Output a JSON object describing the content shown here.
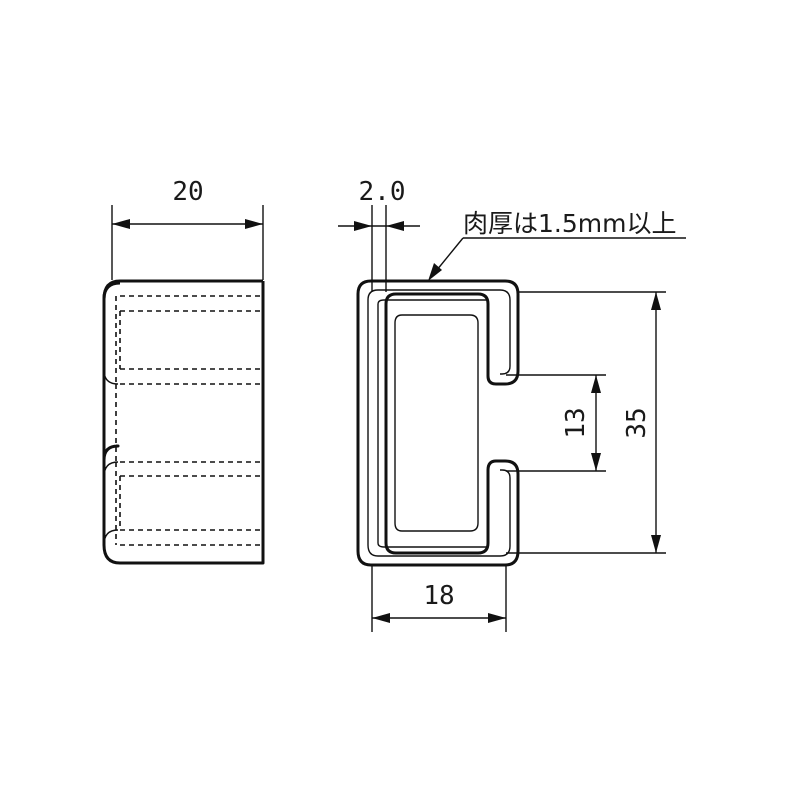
{
  "diagram": {
    "side_view": {
      "width_label": "20"
    },
    "front_view": {
      "thickness_label": "2.0",
      "note": "肉厚は1.5mm以上",
      "opening_label": "13",
      "height_label": "35",
      "depth_label": "18"
    }
  }
}
